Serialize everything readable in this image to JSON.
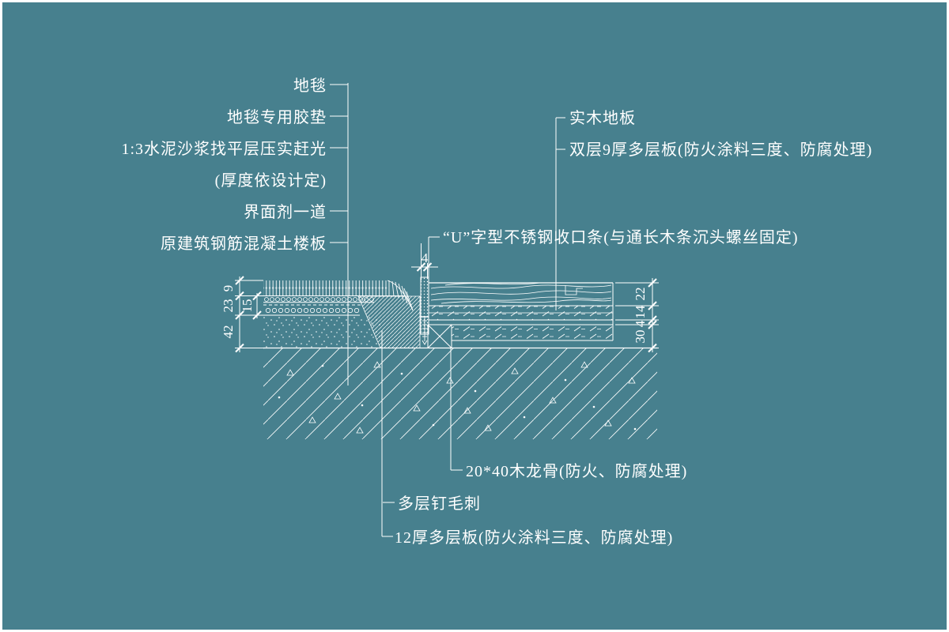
{
  "canvas": {
    "background_color": "#47808e",
    "line_color": "#ffffff",
    "type": "CAD floor transition detail (carpet to wood floor)"
  },
  "callouts": {
    "carpet": "地毯",
    "carpet_pad": "地毯专用胶垫",
    "screed": "1:3水泥沙浆找平层压实赶光",
    "screed_note": "(厚度依设计定)",
    "interface_agent": "界面剂一道",
    "slab": "原建筑钢筋混凝土楼板",
    "wood_floor": "实木地板",
    "double_plywood": "双层9厚多层板(防火涂料三度、防腐处理)",
    "u_channel": "“U”字型不锈钢收口条(与通长木条沉头螺丝固定)",
    "wood_joist": "20*40木龙骨(防火、防腐处理)",
    "plywood_nail": "多层钉毛刺",
    "plywood_12": "12厚多层板(防火涂料三度、防腐处理)"
  },
  "dimensions": {
    "left_outer": [
      "9",
      "23",
      "42"
    ],
    "left_inner": "15",
    "right": [
      "22",
      "14",
      "4",
      "30"
    ],
    "top_width": "4"
  }
}
